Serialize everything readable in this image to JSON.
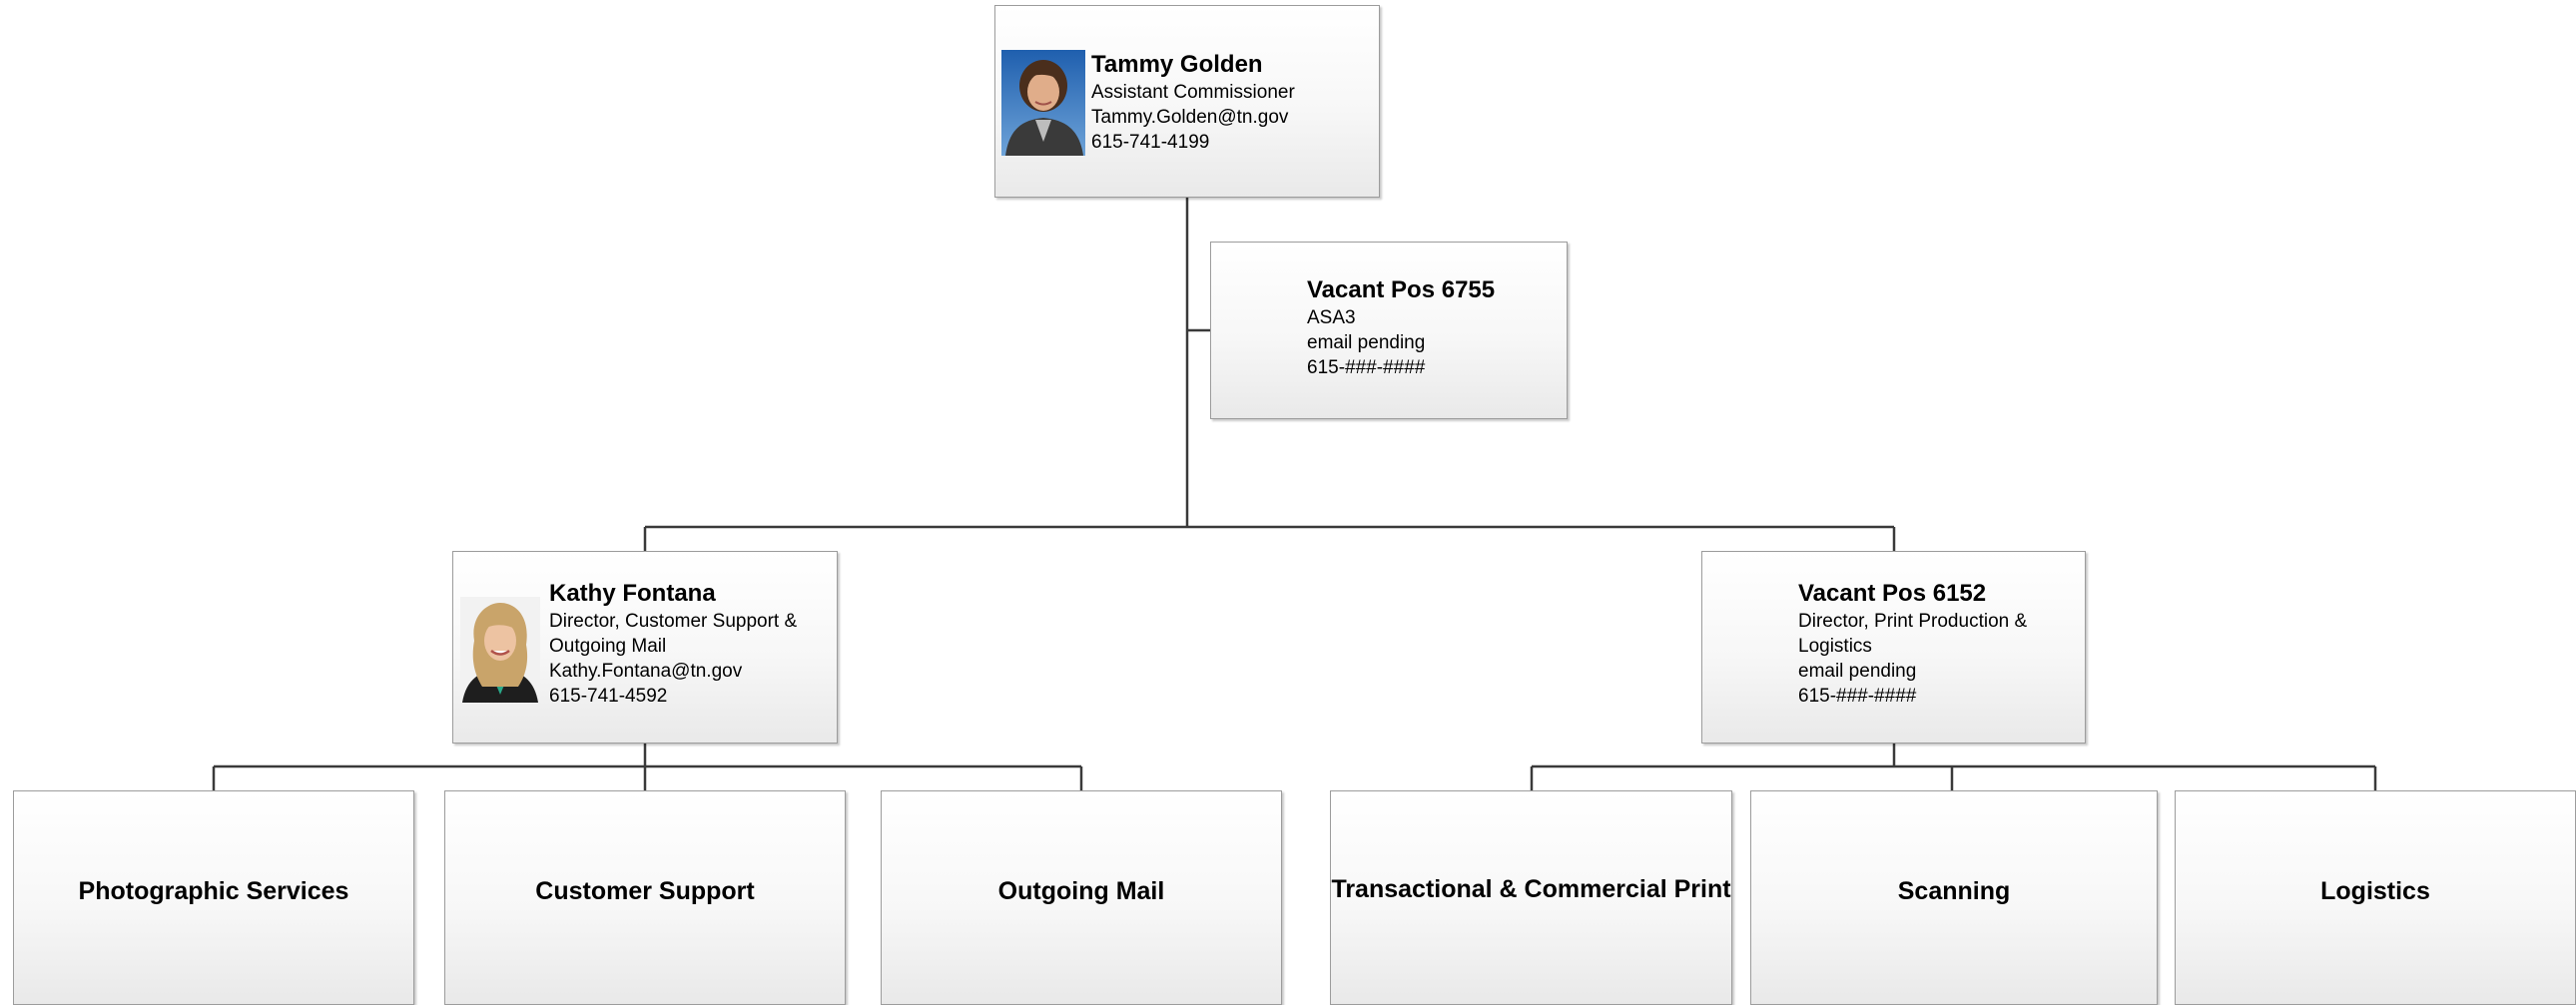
{
  "people": {
    "top": {
      "name": "Tammy Golden",
      "title": "Assistant Commissioner",
      "email": "Tammy.Golden@tn.gov",
      "phone": "615-741-4199"
    },
    "assistant": {
      "name": "Vacant Pos 6755",
      "title": "ASA3",
      "email": "email pending",
      "phone": "615-###-####"
    },
    "left_director": {
      "name": "Kathy Fontana",
      "title_line1": "Director, Customer Support &",
      "title_line2": "Outgoing Mail",
      "email": "Kathy.Fontana@tn.gov",
      "phone": "615-741-4592"
    },
    "right_director": {
      "name": "Vacant Pos 6152",
      "title_line1": "Director, Print Production &",
      "title_line2": "Logistics",
      "email": "email pending",
      "phone": "615-###-####"
    }
  },
  "units": {
    "photographic": "Photographic Services",
    "customer_support": "Customer Support",
    "outgoing_mail": "Outgoing Mail",
    "transactional": "Transactional & Commercial Print",
    "scanning": "Scanning",
    "logistics": "Logistics"
  },
  "colors": {
    "line": "#3a3a3a",
    "box_border": "#9c9c9c"
  }
}
